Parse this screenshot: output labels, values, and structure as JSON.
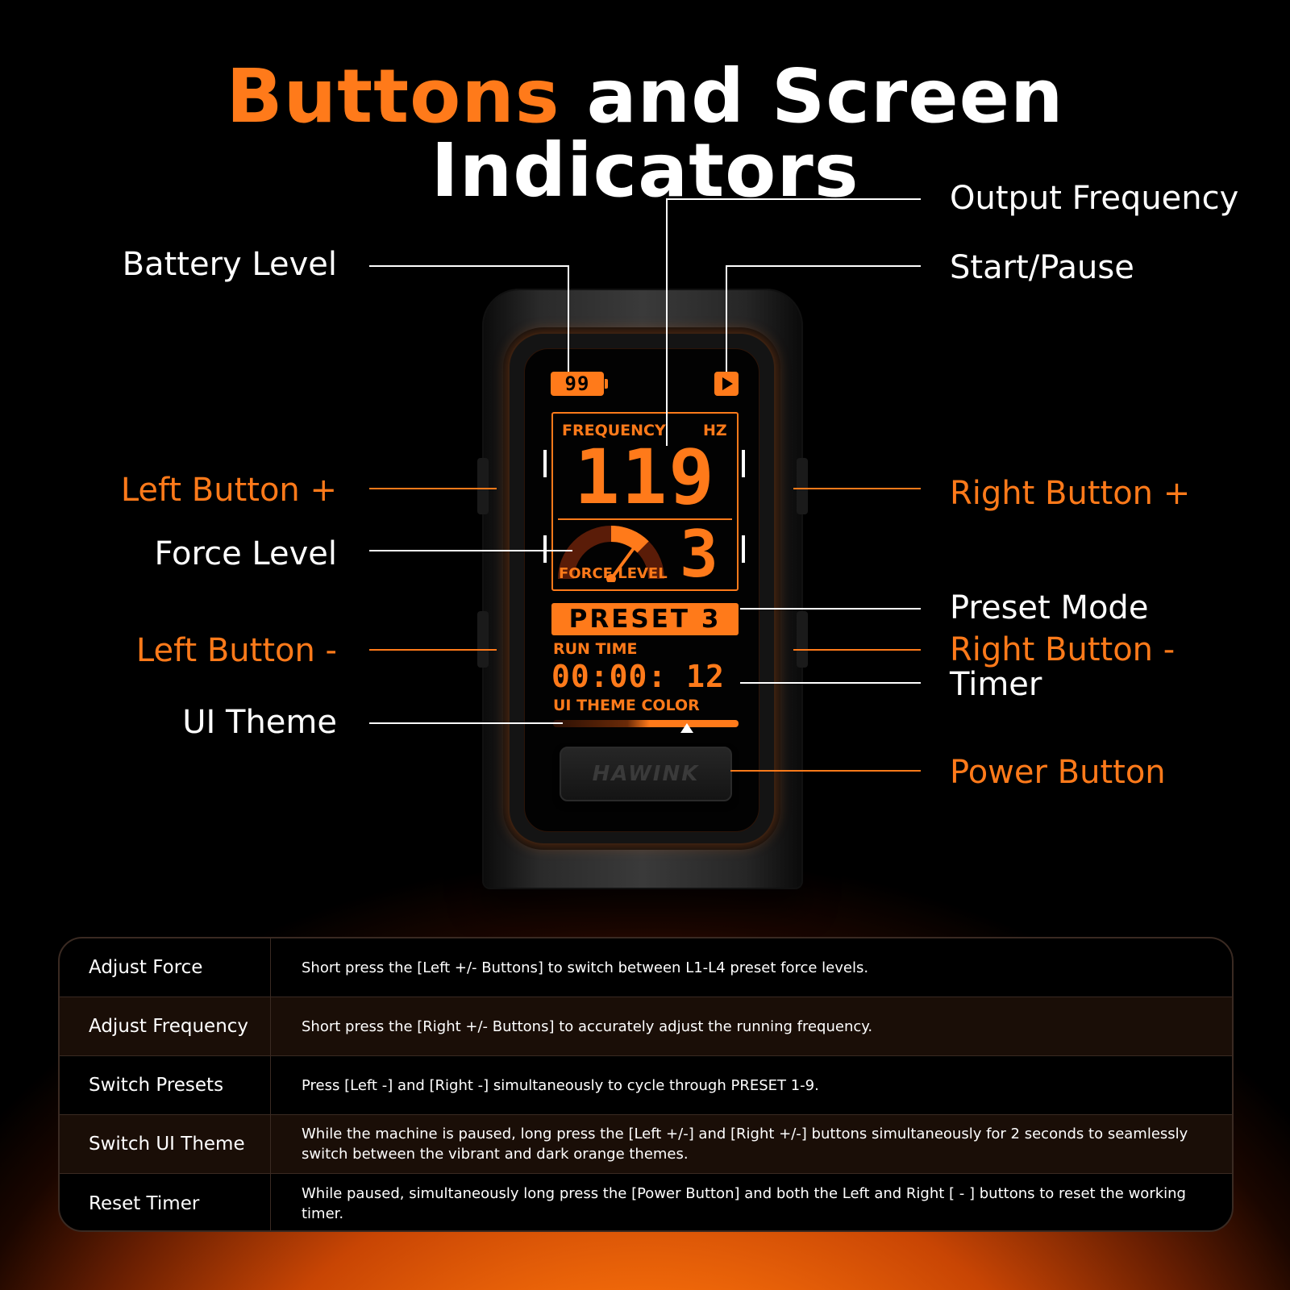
{
  "title": {
    "accent": "Buttons",
    "rest": "and Screen Indicators"
  },
  "colors": {
    "accent": "#ff7a1a",
    "background": "#000000",
    "text": "#ffffff"
  },
  "callouts": {
    "battery_level": "Battery Level",
    "output_frequency": "Output Frequency",
    "start_pause": "Start/Pause",
    "left_button_plus": "Left Button +",
    "right_button_plus": "Right Button +",
    "force_level": "Force Level",
    "preset_mode": "Preset Mode",
    "left_button_minus": "Left Button -",
    "right_button_minus": "Right Button -",
    "timer": "Timer",
    "ui_theme": "UI Theme",
    "power_button": "Power Button"
  },
  "screen": {
    "battery": "99",
    "play_icon": "play-icon",
    "frequency_label": "FREQUENCY",
    "frequency_unit": "HZ",
    "frequency_value": "119",
    "force_label": "FORCE LEVEL",
    "force_value": "3",
    "force_gauge_fraction": 0.75,
    "preset": "PRESET 3",
    "run_time_label": "RUN TIME",
    "run_time_value": "00:00: 12",
    "theme_label": "UI THEME COLOR",
    "theme_marker_fraction": 0.72,
    "brand": "HAWINK"
  },
  "table": {
    "rows": [
      {
        "action": "Adjust Force",
        "description": "Short press the [Left +/- Buttons] to switch between L1-L4 preset force levels."
      },
      {
        "action": "Adjust Frequency",
        "description": "Short press the [Right +/- Buttons] to accurately adjust the running frequency."
      },
      {
        "action": "Switch Presets",
        "description": "Press [Left -] and [Right -] simultaneously to cycle through PRESET 1-9."
      },
      {
        "action": "Switch UI Theme",
        "description": "While the machine is paused, long press the [Left +/-] and [Right +/-] buttons simultaneously for 2 seconds to seamlessly switch between the vibrant and dark orange themes."
      },
      {
        "action": "Reset Timer",
        "description": "While paused, simultaneously long press the [Power Button] and both the Left and Right [ - ] buttons to reset the working timer."
      }
    ]
  }
}
